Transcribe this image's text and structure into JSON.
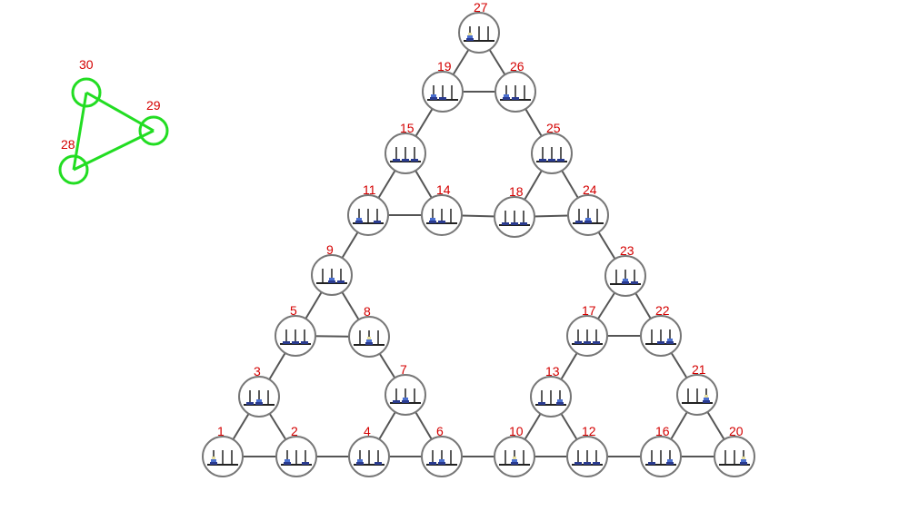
{
  "colors": {
    "label": "#d40000",
    "edge": "#555555",
    "node_border": "#777777",
    "small_graph": "#22dd22",
    "disk_small": "#e8e0a0",
    "disk_medium": "#4a6fd0",
    "disk_large": "#2a3b8f"
  },
  "hanoi_graph": {
    "nodes": [
      {
        "id": "1",
        "label": "1",
        "state": [
          3,
          0,
          0
        ]
      },
      {
        "id": "2",
        "label": "2",
        "state": [
          2,
          0,
          1
        ]
      },
      {
        "id": "3",
        "label": "3",
        "state": [
          1,
          2,
          0
        ]
      },
      {
        "id": "4",
        "label": "4",
        "state": [
          2,
          0,
          1
        ]
      },
      {
        "id": "5",
        "label": "5",
        "state": [
          1,
          1,
          1
        ]
      },
      {
        "id": "6",
        "label": "6",
        "state": [
          1,
          2,
          0
        ]
      },
      {
        "id": "7",
        "label": "7",
        "state": [
          1,
          2,
          0
        ]
      },
      {
        "id": "8",
        "label": "8",
        "state": [
          0,
          3,
          0
        ]
      },
      {
        "id": "9",
        "label": "9",
        "state": [
          0,
          2,
          1
        ]
      },
      {
        "id": "10",
        "label": "10",
        "state": [
          0,
          3,
          0
        ]
      },
      {
        "id": "11",
        "label": "11",
        "state": [
          2,
          0,
          1
        ]
      },
      {
        "id": "12",
        "label": "12",
        "state": [
          1,
          1,
          1
        ]
      },
      {
        "id": "13",
        "label": "13",
        "state": [
          1,
          0,
          2
        ]
      },
      {
        "id": "14",
        "label": "14",
        "state": [
          2,
          1,
          0
        ]
      },
      {
        "id": "15",
        "label": "15",
        "state": [
          1,
          1,
          1
        ]
      },
      {
        "id": "16",
        "label": "16",
        "state": [
          1,
          0,
          2
        ]
      },
      {
        "id": "17",
        "label": "17",
        "state": [
          1,
          1,
          1
        ]
      },
      {
        "id": "18",
        "label": "18",
        "state": [
          1,
          1,
          1
        ]
      },
      {
        "id": "19",
        "label": "19",
        "state": [
          2,
          1,
          0
        ]
      },
      {
        "id": "20",
        "label": "20",
        "state": [
          0,
          0,
          3
        ]
      },
      {
        "id": "21",
        "label": "21",
        "state": [
          0,
          0,
          3
        ]
      },
      {
        "id": "22",
        "label": "22",
        "state": [
          0,
          1,
          2
        ]
      },
      {
        "id": "23",
        "label": "23",
        "state": [
          0,
          2,
          1
        ]
      },
      {
        "id": "24",
        "label": "24",
        "state": [
          1,
          2,
          0
        ]
      },
      {
        "id": "25",
        "label": "25",
        "state": [
          1,
          1,
          1
        ]
      },
      {
        "id": "26",
        "label": "26",
        "state": [
          2,
          1,
          0
        ]
      },
      {
        "id": "27",
        "label": "27",
        "state": [
          3,
          0,
          0
        ]
      }
    ],
    "edges": [
      [
        "27",
        "19"
      ],
      [
        "27",
        "26"
      ],
      [
        "19",
        "26"
      ],
      [
        "19",
        "15"
      ],
      [
        "26",
        "25"
      ],
      [
        "15",
        "11"
      ],
      [
        "15",
        "14"
      ],
      [
        "11",
        "14"
      ],
      [
        "25",
        "18"
      ],
      [
        "25",
        "24"
      ],
      [
        "18",
        "24"
      ],
      [
        "14",
        "18"
      ],
      [
        "11",
        "9"
      ],
      [
        "24",
        "23"
      ],
      [
        "9",
        "5"
      ],
      [
        "9",
        "8"
      ],
      [
        "5",
        "8"
      ],
      [
        "5",
        "3"
      ],
      [
        "8",
        "7"
      ],
      [
        "3",
        "1"
      ],
      [
        "3",
        "2"
      ],
      [
        "1",
        "2"
      ],
      [
        "7",
        "4"
      ],
      [
        "7",
        "6"
      ],
      [
        "4",
        "6"
      ],
      [
        "2",
        "4"
      ],
      [
        "23",
        "17"
      ],
      [
        "23",
        "22"
      ],
      [
        "17",
        "22"
      ],
      [
        "17",
        "13"
      ],
      [
        "22",
        "21"
      ],
      [
        "13",
        "10"
      ],
      [
        "13",
        "12"
      ],
      [
        "10",
        "12"
      ],
      [
        "21",
        "16"
      ],
      [
        "21",
        "20"
      ],
      [
        "16",
        "20"
      ],
      [
        "6",
        "10"
      ],
      [
        "12",
        "16"
      ]
    ]
  },
  "small_graph": {
    "nodes": [
      {
        "id": "30",
        "label": "30"
      },
      {
        "id": "29",
        "label": "29"
      },
      {
        "id": "28",
        "label": "28"
      }
    ],
    "edges": [
      [
        "30",
        "29"
      ],
      [
        "30",
        "28"
      ],
      [
        "29",
        "28"
      ]
    ]
  }
}
